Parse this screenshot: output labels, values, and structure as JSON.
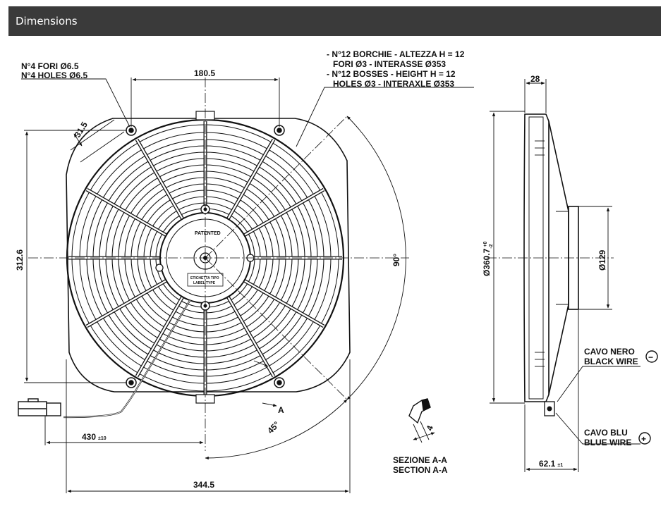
{
  "header": {
    "title": "Dimensions"
  },
  "annotations": {
    "holes_it": "N°4 FORI Ø6.5",
    "holes_en": "N°4 HOLES Ø6.5",
    "bosses_it_1": "- N°12 BORCHIE - ALTEZZA H = 12",
    "bosses_it_2": "FORI Ø3 - INTERASSE Ø353",
    "bosses_en_1": "- N°12 BOSSES - HEIGHT H = 12",
    "bosses_en_2": "HOLES Ø3 - INTERAXLE Ø353",
    "patented": "PATENTED",
    "label_1": "ETICHETTA TIPO",
    "label_2": "LABEL TYPE",
    "section_it": "SEZIONE A-A",
    "section_en": "SECTION A-A",
    "black_wire_it": "CAVO NERO",
    "black_wire_en": "BLACK WIRE",
    "blue_wire_it": "CAVO BLU",
    "blue_wire_en": "BLUE WIRE",
    "minus_symbol": "−",
    "plus_symbol": "+",
    "section_mark_a": "A"
  },
  "dimensions": {
    "d180": "180.5",
    "d31": "31.5",
    "d312": "312.6",
    "d344": "344.5",
    "d430": "430",
    "d430_tol": "±10",
    "angle90": "90°",
    "angle45": "45°",
    "d28": "28",
    "d360": "Ø360.7",
    "d360_tol_hi": "+0",
    "d360_tol_lo": "-2",
    "d129": "Ø129",
    "d62": "62.1",
    "d62_tol": "±1",
    "d4": "4"
  }
}
